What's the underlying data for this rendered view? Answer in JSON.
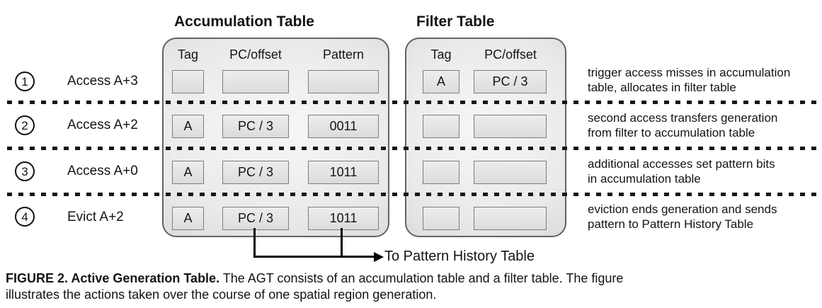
{
  "accumulation": {
    "title": "Accumulation Table",
    "col_tag": "Tag",
    "col_pc": "PC/offset",
    "col_pattern": "Pattern",
    "rows": [
      {
        "tag": "",
        "pc": "",
        "pattern": ""
      },
      {
        "tag": "A",
        "pc": "PC / 3",
        "pattern": "0011"
      },
      {
        "tag": "A",
        "pc": "PC / 3",
        "pattern": "1011"
      },
      {
        "tag": "A",
        "pc": "PC / 3",
        "pattern": "1011"
      }
    ]
  },
  "filter": {
    "title": "Filter Table",
    "col_tag": "Tag",
    "col_pc": "PC/offset",
    "rows": [
      {
        "tag": "A",
        "pc": "PC / 3"
      },
      {
        "tag": "",
        "pc": ""
      },
      {
        "tag": "",
        "pc": ""
      },
      {
        "tag": "",
        "pc": ""
      }
    ]
  },
  "steps": [
    {
      "num": "1",
      "label": "Access A+3",
      "note1": "trigger access misses in accumulation",
      "note2": "table, allocates in filter table"
    },
    {
      "num": "2",
      "label": "Access A+2",
      "note1": "second access transfers generation",
      "note2": "from filter to accumulation table"
    },
    {
      "num": "3",
      "label": "Access A+0",
      "note1": "additional accesses set pattern bits",
      "note2": "in accumulation table"
    },
    {
      "num": "4",
      "label": "Evict A+2",
      "note1": "eviction ends generation and sends",
      "note2": "pattern to Pattern History Table"
    }
  ],
  "arrow_label": "To Pattern History Table",
  "caption": {
    "bold": "FIGURE 2. Active Generation Table.",
    "rest1": " The AGT consists of an accumulation table and a filter table. The figure",
    "line2": "illustrates the actions taken over the course of one spatial region generation."
  },
  "colors": {
    "table_border": "#636363",
    "table_fill_light": "#f7f7f7",
    "table_fill_dark": "#cbcbcb",
    "cell_border": "#7d7d7d",
    "ink": "#141414"
  }
}
